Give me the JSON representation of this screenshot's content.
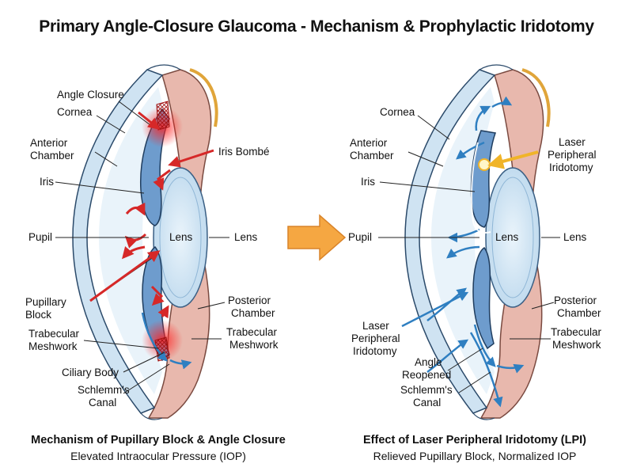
{
  "title": "Primary Angle-Closure Glaucoma - Mechanism & Prophylactic Iridotomy",
  "left": {
    "labels": {
      "angle_closure": "Angle Closure",
      "cornea": "Cornea",
      "anterior_chamber_1": "Anterior",
      "anterior_chamber_2": "Chamber",
      "iris": "Iris",
      "iris_bombe": "Iris Bombé",
      "pupil": "Pupil",
      "lens_inner": "Lens",
      "lens_outer": "Lens",
      "pupillary_block_1": "Pupillary",
      "pupillary_block_2": "Block",
      "posterior_chamber_1": "Posterior",
      "posterior_chamber_2": "Chamber",
      "trabecular_left_1": "Trabecular",
      "trabecular_left_2": "Meshwork",
      "trabecular_right_1": "Trabecular",
      "trabecular_right_2": "Meshwork",
      "ciliary_body": "Ciliary Body",
      "schlemm_1": "Schlemm's",
      "schlemm_2": "Canal"
    },
    "caption_title": "Mechanism of Pupillary Block & Angle Closure",
    "caption_subtitle": "Elevated Intraocular Pressure (IOP)"
  },
  "right": {
    "labels": {
      "cornea": "Cornea",
      "anterior_chamber_1": "Anterior",
      "anterior_chamber_2": "Chamber",
      "iris": "Iris",
      "lpi_top_1": "Laser",
      "lpi_top_2": "Peripheral",
      "lpi_top_3": "Iridotomy",
      "pupil": "Pupil",
      "lens_inner": "Lens",
      "lens_outer": "Lens",
      "posterior_chamber_1": "Posterior",
      "posterior_chamber_2": "Chamber",
      "lpi_bottom_1": "Laser",
      "lpi_bottom_2": "Peripheral",
      "lpi_bottom_3": "Iridotomy",
      "trabecular_1": "Trabecular",
      "trabecular_2": "Meshwork",
      "angle_reopened_1": "Angle",
      "angle_reopened_2": "Reopened",
      "schlemm_1": "Schlemm's",
      "schlemm_2": "Canal"
    },
    "caption_title": "Effect of Laser Peripheral Iridotomy (LPI)",
    "caption_subtitle": "Relieved Pupillary Block, Normalized IOP"
  },
  "colors": {
    "cornea": "#cfe3f2",
    "sclera": "#e8b8ad",
    "iris": "#6e9ccd",
    "lens": "#d4e8f6",
    "block_red": "#d62828",
    "flow_blue": "#2f7fc1",
    "transition_arrow": "#f5a742"
  }
}
